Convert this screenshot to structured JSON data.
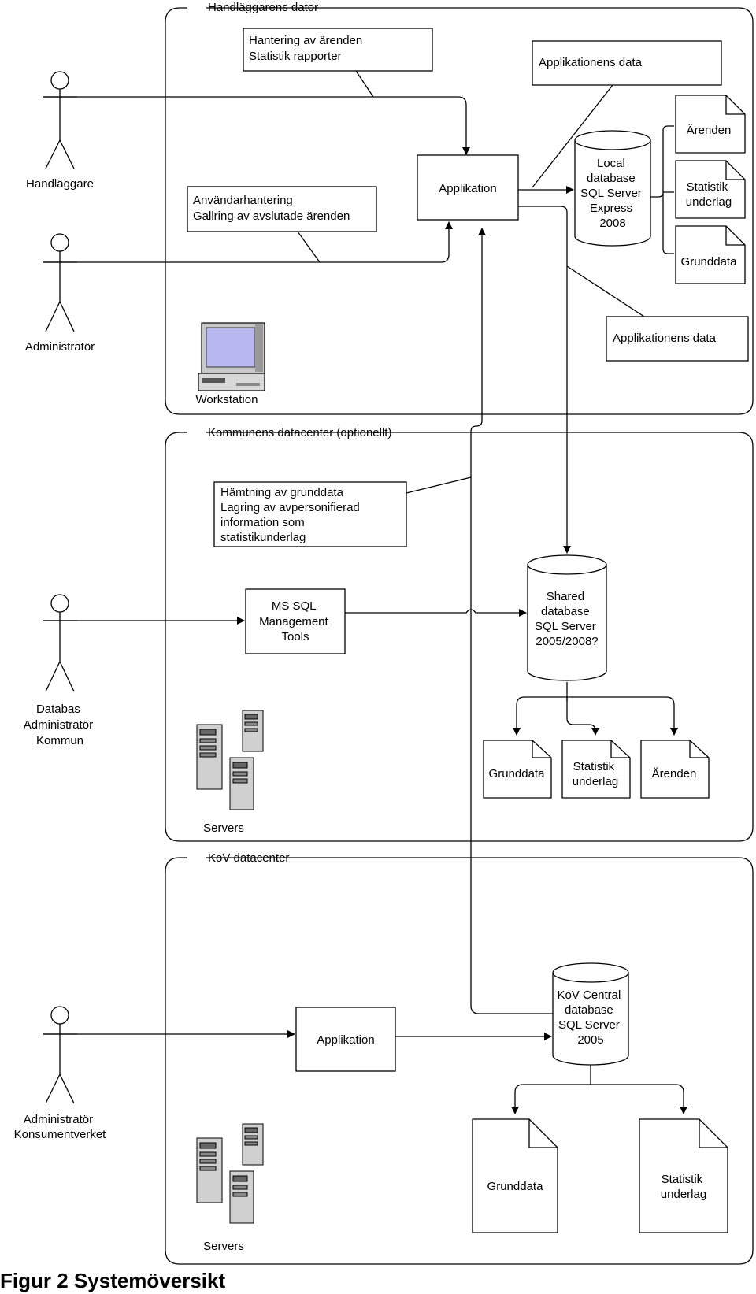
{
  "zones": {
    "workstation": "Handläggarens dator",
    "municipal": "Kommunens datacenter (optionellt)",
    "kov": "KoV datacenter"
  },
  "actors": {
    "handlaggare": [
      "Handläggare"
    ],
    "administrator": [
      "Administratör"
    ],
    "db_admin": [
      "Databas",
      "Administratör",
      "Kommun"
    ],
    "kov_admin": [
      "Administratör",
      "Konsumentverket"
    ]
  },
  "notes": {
    "hantering": [
      "Hantering av ärenden",
      "Statistik rapporter"
    ],
    "appdata_top": [
      "Applikationens data"
    ],
    "anvandar": [
      "Användarhantering",
      "Gallring av avslutade ärenden"
    ],
    "appdata_bottom": [
      "Applikationens data"
    ],
    "hamtning": [
      "Hämtning av grunddata",
      "Lagring av avpersonifierad",
      "information som",
      "statistikunderlag"
    ]
  },
  "components": {
    "app_ws": [
      "Applikation"
    ],
    "ms_sql": [
      "MS SQL",
      "Management",
      "Tools"
    ],
    "app_kov": [
      "Applikation"
    ]
  },
  "databases": {
    "local": [
      "Local",
      "database",
      "SQL Server",
      "Express",
      "2008"
    ],
    "shared": [
      "Shared",
      "database",
      "SQL Server",
      "2005/2008?"
    ],
    "central": [
      "KoV Central",
      "database",
      "SQL Server",
      "2005"
    ]
  },
  "documents": {
    "ws_arenden": [
      "Ärenden"
    ],
    "ws_statistik": [
      "Statistik",
      "underlag"
    ],
    "ws_grunddata": [
      "Grunddata"
    ],
    "mun_grunddata": [
      "Grunddata"
    ],
    "mun_statistik": [
      "Statistik",
      "underlag"
    ],
    "mun_arenden": [
      "Ärenden"
    ],
    "kov_grunddata": [
      "Grunddata"
    ],
    "kov_statistik": [
      "Statistik",
      "underlag"
    ]
  },
  "icons": {
    "workstation": {
      "icon": "workstation-icon",
      "label": "Workstation"
    },
    "servers_municipal": {
      "icon": "servers-icon",
      "label": "Servers"
    },
    "servers_kov": {
      "icon": "servers-icon",
      "label": "Servers"
    }
  },
  "caption": "Figur 2 Systemöversikt",
  "colors": {
    "screen": "#b8b8f0",
    "line": "#000000",
    "server_body": "#d0d0d0"
  }
}
